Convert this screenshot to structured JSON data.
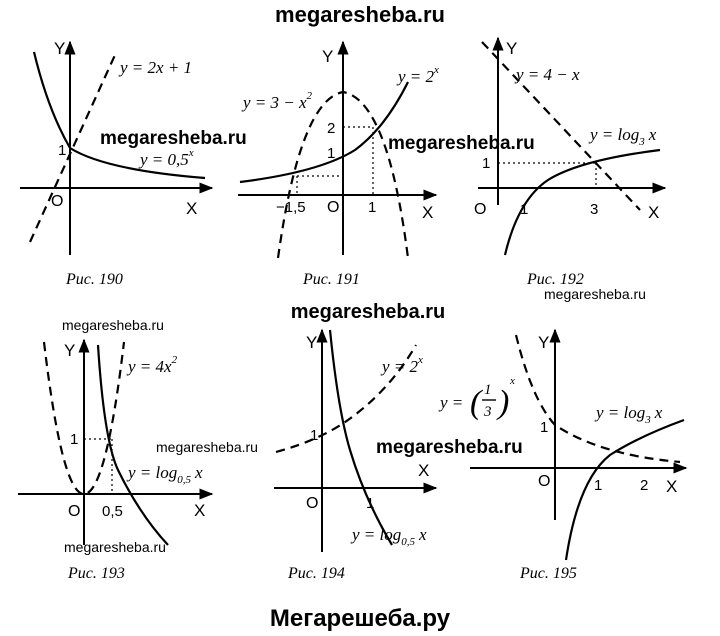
{
  "header_watermark": "megaresheba.ru",
  "footer_watermark": "Мегарешеба.ру",
  "figures": [
    {
      "caption": "Рис. 190",
      "y_axis": "Y",
      "x_axis": "X",
      "origin": "O",
      "labels": [
        "y = 2x + 1",
        "y = 0,5",
        "x",
        "1"
      ],
      "watermark": "megaresheba.ru"
    },
    {
      "caption": "Рис. 191",
      "y_axis": "Y",
      "x_axis": "X",
      "origin": "O",
      "labels": [
        "y = 3 − x",
        "2",
        "y = 2",
        "x",
        "2",
        "1",
        "−1,5",
        "1"
      ],
      "watermark": "megaresheba.ru"
    },
    {
      "caption": "Рис. 192",
      "y_axis": "Y",
      "x_axis": "X",
      "origin": "O",
      "labels": [
        "y = 4 − x",
        "y = log",
        "3",
        "x",
        "1",
        "1",
        "3"
      ],
      "watermark": "megaresheba.ru"
    },
    {
      "caption": "Рис. 193",
      "y_axis": "Y",
      "x_axis": "X",
      "origin": "O",
      "labels": [
        "y = 4x",
        "2",
        "y = log",
        "0,5",
        "x",
        "1",
        "0,5"
      ],
      "watermark_top": "megaresheba.ru",
      "watermark_mid": "megaresheba.ru",
      "watermark_bottom": "megaresheba.ru"
    },
    {
      "caption": "Рис. 194",
      "y_axis": "Y",
      "x_axis": "X",
      "origin": "O",
      "labels": [
        "y = 2",
        "x",
        "y = log",
        "0,5",
        "x",
        "1",
        "1"
      ],
      "watermark": "megaresheba.ru"
    },
    {
      "caption": "Рис. 195",
      "y_axis": "Y",
      "x_axis": "X",
      "origin": "O",
      "labels": [
        "y =",
        "1",
        "3",
        "x",
        "y = log",
        "3",
        "x",
        "1",
        "1",
        "2"
      ]
    }
  ]
}
